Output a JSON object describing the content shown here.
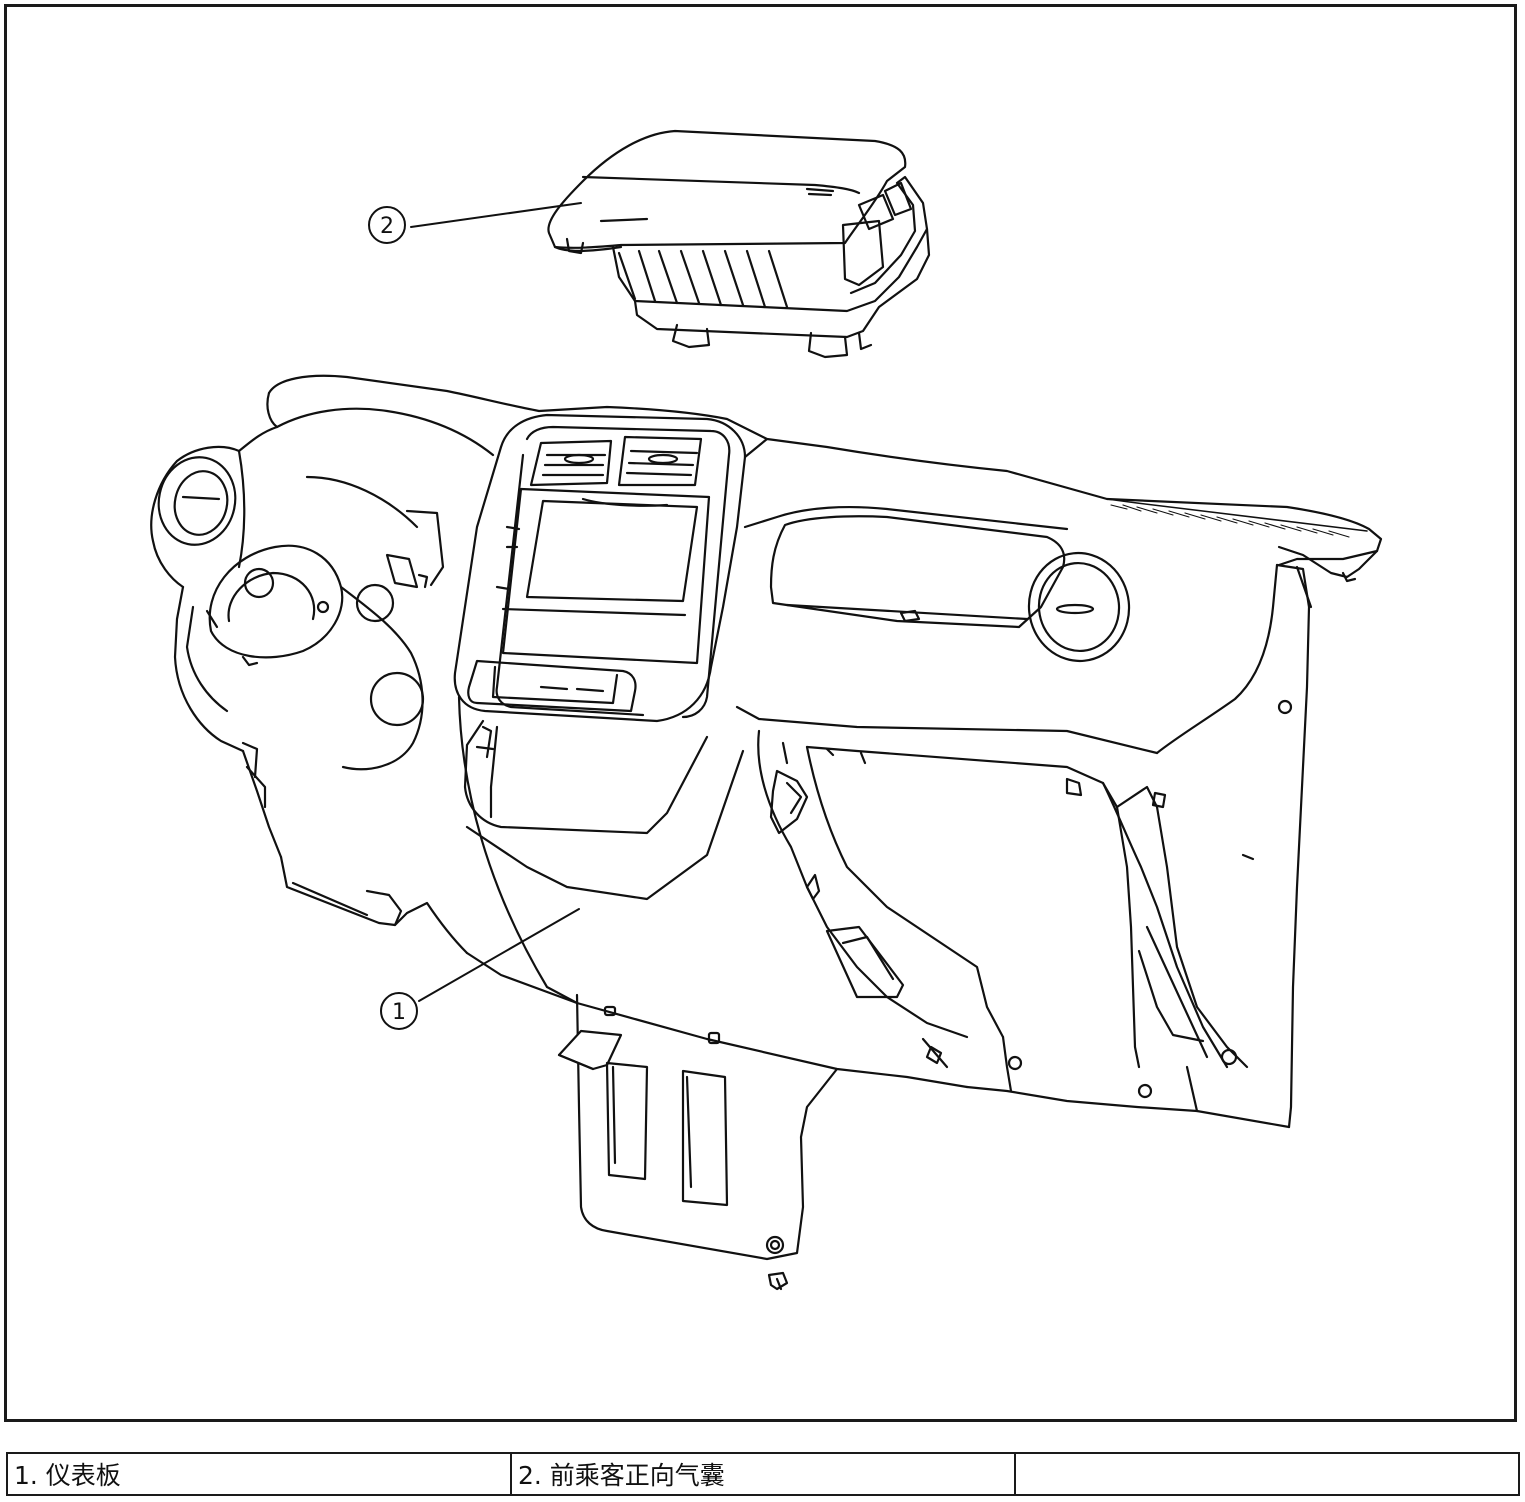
{
  "figure": {
    "callouts": [
      {
        "number": "1"
      },
      {
        "number": "2"
      }
    ]
  },
  "legend": {
    "cells": [
      "1. 仪表板",
      "2. 前乘客正向气囊",
      ""
    ]
  }
}
